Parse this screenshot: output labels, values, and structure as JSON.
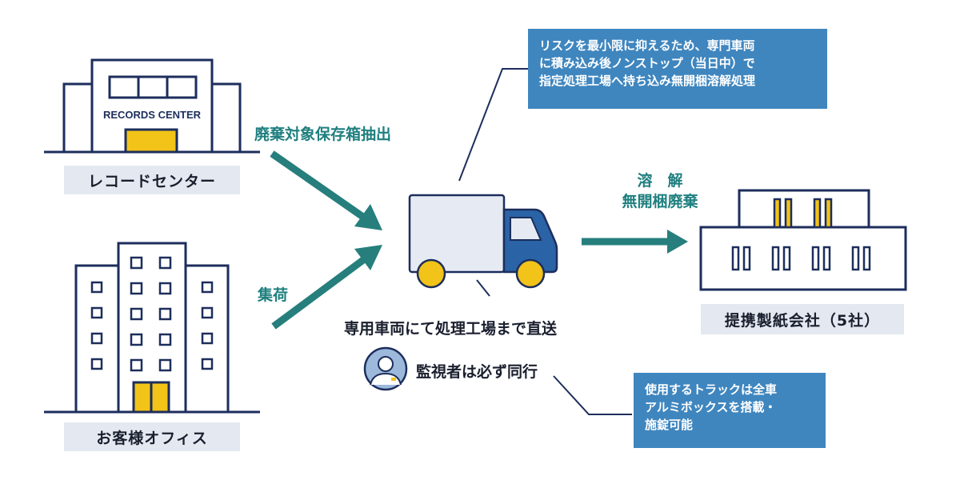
{
  "colors": {
    "navy": "#1d2e5c",
    "teal": "#267f7c",
    "yellow": "#f2c318",
    "truck_blue": "#2a63a6",
    "truck_body": "#e6ebf3",
    "callout_blue": "#3f86bf",
    "label_bg": "#e4e9f1"
  },
  "records_center": {
    "sign": "RECORDS CENTER",
    "label": "レコードセンター"
  },
  "office": {
    "label": "お客様オフィス"
  },
  "arrows": {
    "extract": "廃棄対象保存箱抽出",
    "collect": "集荷",
    "dissolve_line1": "溶　解",
    "dissolve_line2": "無開梱廃棄"
  },
  "truck": {
    "caption": "専用車両にて処理工場まで直送"
  },
  "supervisor": {
    "icon": "person-icon",
    "text": "監視者は必ず同行"
  },
  "callouts": {
    "top": [
      "リスクを最小限に抑えるため、専門車両",
      "に積み込み後ノンストップ（当日中）で",
      "指定処理工場へ持ち込み無開梱溶解処理"
    ],
    "bottom": [
      "使用するトラックは全車",
      "アルミボックスを搭載・",
      "施錠可能"
    ]
  },
  "factory": {
    "label": "提携製紙会社（5社）"
  }
}
